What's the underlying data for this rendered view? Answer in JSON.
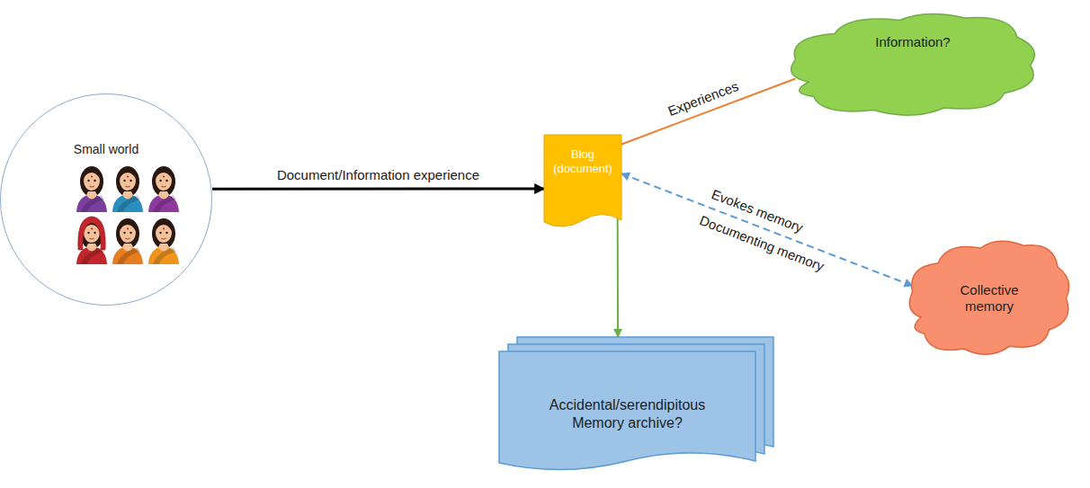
{
  "diagram": {
    "nodes": [
      {
        "text": [
          "Small world"
        ]
      },
      {
        "text": [
          "Blog (document)"
        ]
      },
      {
        "text": [
          "Information?"
        ]
      },
      {
        "text": [
          "Collective memory"
        ]
      },
      {
        "text": [
          "Accidental/serendipitous Memory archive?"
        ]
      }
    ],
    "edges": [
      {
        "from": 0,
        "to": 1,
        "arrow": "to",
        "label": "Document/Information experience"
      },
      {
        "from": 1,
        "to": 2,
        "arrow": "none",
        "label": "Experiences"
      },
      {
        "from": 1,
        "to": 3,
        "arrow": "both",
        "label": "Evokes memory"
      },
      {
        "from": 1,
        "to": 4,
        "arrow": "to"
      }
    ],
    "labels": [
      "Documenting memory"
    ]
  }
}
